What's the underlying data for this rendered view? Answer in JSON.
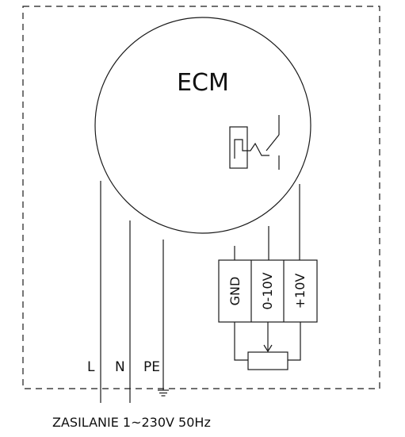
{
  "motor": {
    "label": "ECM"
  },
  "terminals": [
    "GND",
    "0-10V",
    "+10V"
  ],
  "supply_wires": [
    "L",
    "N",
    "PE"
  ],
  "supply_caption": "ZASILANIE 1~230V 50Hz"
}
